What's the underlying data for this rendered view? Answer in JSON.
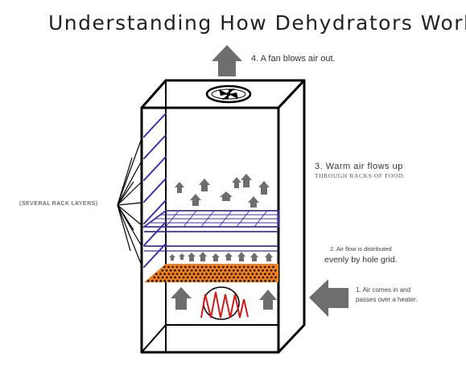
{
  "title": "Understanding How Dehydrators Work",
  "steps": {
    "step4": "4. A fan blows air out.",
    "step3_line1": "3. Warm air flows up",
    "step3_line2": "THROUGH RACKS OF FOOD.",
    "step2_line1": "2. Air flow is distributed",
    "step2_line2": "evenly by hole grid.",
    "step1_line1": "1. Air comes in and",
    "step1_line2": "passes over a heater."
  },
  "rack_label": "(SEVERAL RACK LAYERS)",
  "colors": {
    "outline": "#000000",
    "arrow": "#6e6e6e",
    "rack": "#3a2fb0",
    "hole_grid": "#f07f1e",
    "heater": "#d11a1a"
  }
}
